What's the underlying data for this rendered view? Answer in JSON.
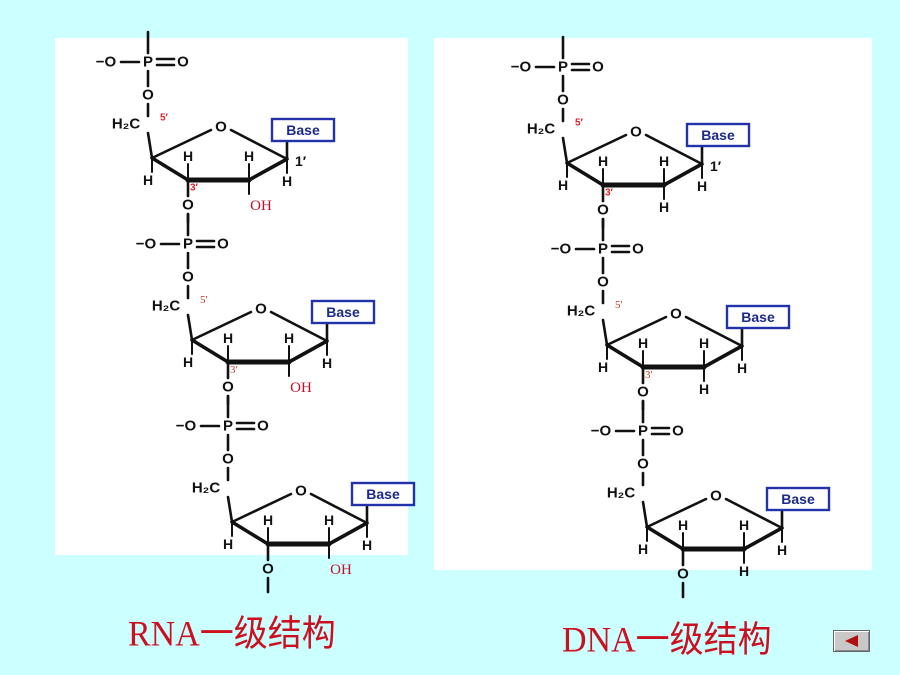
{
  "rna": {
    "caption": "RNA一级结构",
    "units": [
      {
        "phosphate_o_minus": "−O",
        "p": "P",
        "o_double": "O",
        "o_link": "O",
        "h2c": "H₂C",
        "c5": "5′",
        "ring_o": "O",
        "base": "Base",
        "c1": "1′",
        "h": "H",
        "c3": "3′",
        "o3": "O",
        "oh": "OH"
      },
      {
        "phosphate_o_minus": "−O",
        "p": "P",
        "o_double": "O",
        "o_link": "O",
        "h2c": "H₂C",
        "c5": "5′",
        "ring_o": "O",
        "base": "Base",
        "c1": "",
        "h": "H",
        "c3": "3′",
        "o3": "O",
        "oh": "OH"
      },
      {
        "phosphate_o_minus": "−O",
        "p": "P",
        "o_double": "O",
        "o_link": "O",
        "h2c": "H₂C",
        "c5": "",
        "ring_o": "O",
        "base": "Base",
        "c1": "",
        "h": "H",
        "c3": "",
        "o3": "O",
        "oh": "OH"
      }
    ]
  },
  "dna": {
    "caption": "DNA一级结构",
    "units": [
      {
        "phosphate_o_minus": "−O",
        "p": "P",
        "o_double": "O",
        "o_link": "O",
        "h2c": "H₂C",
        "c5": "5′",
        "ring_o": "O",
        "base": "Base",
        "c1": "1′",
        "h": "H",
        "c3": "3′",
        "o3": "O",
        "oh": ""
      },
      {
        "phosphate_o_minus": "−O",
        "p": "P",
        "o_double": "O",
        "o_link": "O",
        "h2c": "H₂C",
        "c5": "5′",
        "ring_o": "O",
        "base": "Base",
        "c1": "",
        "h": "H",
        "c3": "3′",
        "o3": "O",
        "oh": ""
      },
      {
        "phosphate_o_minus": "−O",
        "p": "P",
        "o_double": "O",
        "o_link": "O",
        "h2c": "H₂C",
        "c5": "",
        "ring_o": "O",
        "base": "Base",
        "c1": "",
        "h": "H",
        "c3": "",
        "o3": "O",
        "oh": ""
      }
    ]
  },
  "colors": {
    "background": "#ccffff",
    "caption": "#cc1020",
    "base_text": "#1b2a8a",
    "base_border": "#2233aa",
    "numbering": "#e0202a",
    "oh": "#c0102a"
  },
  "nav": {
    "back_icon": "triangle-left-icon"
  }
}
